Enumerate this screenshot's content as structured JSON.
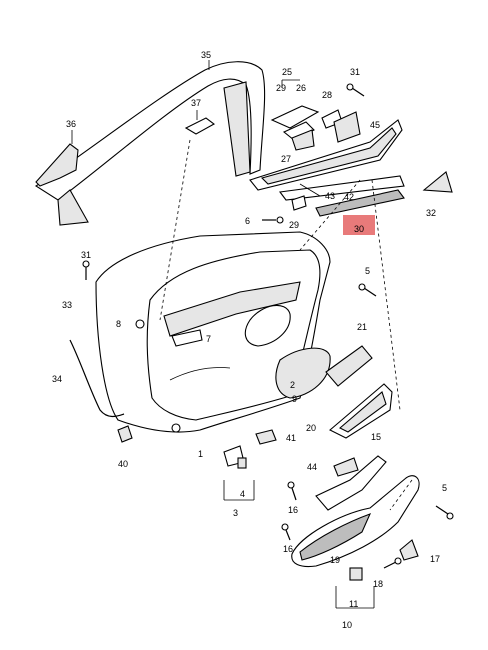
{
  "callouts": [
    {
      "id": "c35",
      "text": "35"
    },
    {
      "id": "c37",
      "text": "37"
    },
    {
      "id": "c36",
      "text": "36"
    },
    {
      "id": "c25",
      "text": "25"
    },
    {
      "id": "c29a",
      "text": "29"
    },
    {
      "id": "c26",
      "text": "26"
    },
    {
      "id": "c31a",
      "text": "31"
    },
    {
      "id": "c28",
      "text": "28"
    },
    {
      "id": "c45",
      "text": "45"
    },
    {
      "id": "c27",
      "text": "27"
    },
    {
      "id": "c42",
      "text": "42"
    },
    {
      "id": "c43",
      "text": "43"
    },
    {
      "id": "c32",
      "text": "32"
    },
    {
      "id": "c6",
      "text": "6"
    },
    {
      "id": "c29b",
      "text": "29"
    },
    {
      "id": "c30",
      "text": "30"
    },
    {
      "id": "c31b",
      "text": "31"
    },
    {
      "id": "c5a",
      "text": "5"
    },
    {
      "id": "c33",
      "text": "33"
    },
    {
      "id": "c8",
      "text": "8"
    },
    {
      "id": "c7",
      "text": "7"
    },
    {
      "id": "c21",
      "text": "21"
    },
    {
      "id": "c34",
      "text": "34"
    },
    {
      "id": "c2",
      "text": "2"
    },
    {
      "id": "c9",
      "text": "9"
    },
    {
      "id": "c20",
      "text": "20"
    },
    {
      "id": "c41",
      "text": "41"
    },
    {
      "id": "c1",
      "text": "1"
    },
    {
      "id": "c40",
      "text": "40"
    },
    {
      "id": "c15",
      "text": "15"
    },
    {
      "id": "c44",
      "text": "44"
    },
    {
      "id": "c4",
      "text": "4"
    },
    {
      "id": "c3",
      "text": "3"
    },
    {
      "id": "c5b",
      "text": "5"
    },
    {
      "id": "c16a",
      "text": "16"
    },
    {
      "id": "c16b",
      "text": "16"
    },
    {
      "id": "c19",
      "text": "19"
    },
    {
      "id": "c17",
      "text": "17"
    },
    {
      "id": "c18",
      "text": "18"
    },
    {
      "id": "c11",
      "text": "11"
    },
    {
      "id": "c10",
      "text": "10"
    }
  ],
  "highlight": {
    "callout": "30",
    "color": "#e87a7a"
  }
}
